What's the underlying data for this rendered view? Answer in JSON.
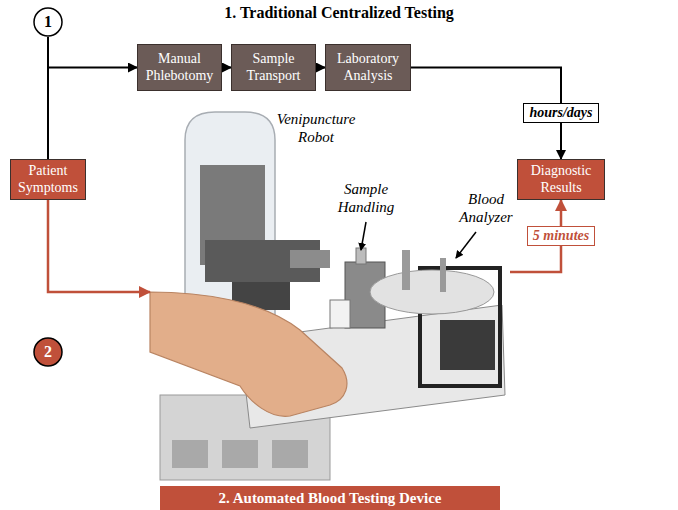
{
  "diagram": {
    "title": "1. Traditional Centralized Testing",
    "nodes": [
      {
        "text": [
          "1"
        ]
      },
      {
        "text": [
          "Manual Phlebotomy"
        ]
      },
      {
        "text": [
          "Sample Transport"
        ]
      },
      {
        "text": [
          "Laboratory Analysis"
        ]
      },
      {
        "text": [
          "Patient Symptoms"
        ]
      },
      {
        "text": [
          "Diagnostic Results"
        ]
      },
      {
        "text": [
          "2"
        ]
      },
      {
        "text": [
          "2. Automated Blood Testing Device"
        ]
      }
    ],
    "edges": [
      {
        "from": 4,
        "to": 1,
        "arrow": "to"
      },
      {
        "from": 1,
        "to": 2,
        "arrow": "to"
      },
      {
        "from": 2,
        "to": 3,
        "arrow": "to"
      },
      {
        "from": 3,
        "to": 5,
        "label": "hours/days",
        "arrow": "to"
      },
      {
        "from": 4,
        "to": 7,
        "arrow": "to"
      },
      {
        "from": 7,
        "to": 5,
        "label": "5 minutes",
        "arrow": "to"
      }
    ],
    "labels": [
      "Venipuncture Robot",
      "Sample Handling",
      "Blood Analyzer"
    ]
  }
}
